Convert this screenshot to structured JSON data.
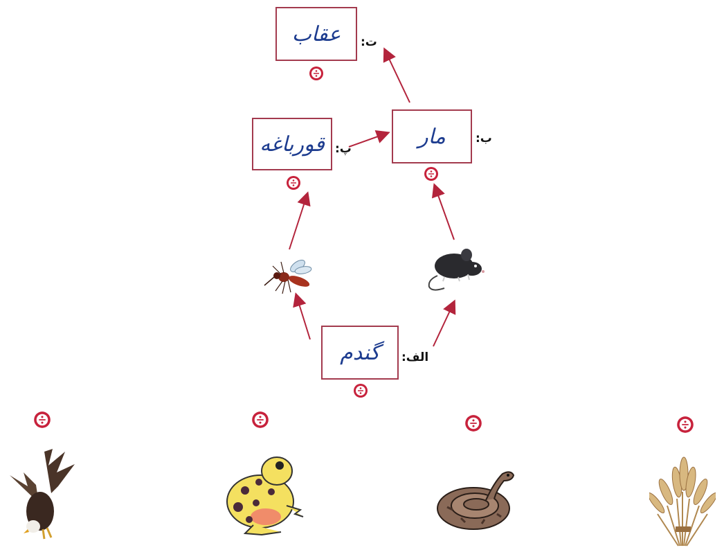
{
  "boxes": {
    "ta": {
      "letter": "ت:",
      "answer": "عقاب"
    },
    "be": {
      "letter": "ب:",
      "answer": "مار"
    },
    "pe": {
      "letter": "پ:",
      "answer": "قورباغه"
    },
    "alef": {
      "letter": "الف:",
      "answer": "گندم"
    }
  },
  "middle_images": [
    "mosquito-icon",
    "mouse-icon"
  ],
  "bottom_images": [
    "eagle-icon",
    "frog-icon",
    "snake-icon",
    "wheat-icon"
  ],
  "badge_icon": "divide-badge-icon",
  "colors": {
    "frame": "#a33a4e",
    "arrow": "#b3243c",
    "ink": "#1d3c8f",
    "badge": "#c7223c"
  }
}
